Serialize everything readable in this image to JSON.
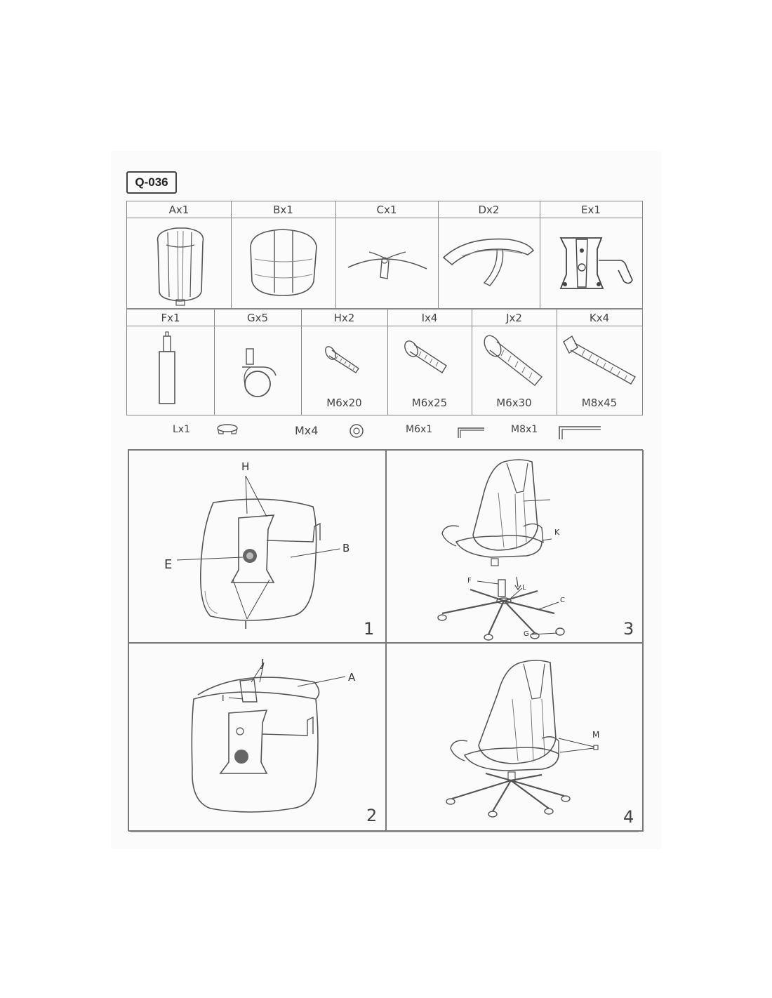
{
  "model_code": "Q-036",
  "parts_row_1": [
    {
      "label": "Ax1",
      "icon": "backrest-icon"
    },
    {
      "label": "Bx1",
      "icon": "seat-icon"
    },
    {
      "label": "Cx1",
      "icon": "five-star-base-icon"
    },
    {
      "label": "Dx2",
      "icon": "armrest-icon"
    },
    {
      "label": "Ex1",
      "icon": "tilt-mechanism-icon"
    }
  ],
  "parts_row_2": [
    {
      "label": "Fx1",
      "icon": "gas-lift-icon"
    },
    {
      "label": "Gx5",
      "icon": "caster-icon"
    },
    {
      "label": "Hx2",
      "icon": "screw-icon",
      "spec": "M6x20"
    },
    {
      "label": "Ix4",
      "icon": "screw-icon",
      "spec": "M6x25"
    },
    {
      "label": "Jx2",
      "icon": "screw-icon",
      "spec": "M6x30"
    },
    {
      "label": "Kx4",
      "icon": "bolt-icon",
      "spec": "M8x45"
    }
  ],
  "extras": [
    {
      "label": "Lx1",
      "icon": "base-cover-icon"
    },
    {
      "label": "Mx4",
      "icon": "cap-icon"
    },
    {
      "label": "M6x1",
      "icon": "allen-key-icon"
    },
    {
      "label": "M8x1",
      "icon": "allen-key-icon"
    }
  ],
  "steps": [
    {
      "number": "1",
      "callouts": {
        "h": "H",
        "e": "E",
        "b": "B",
        "i": "I"
      }
    },
    {
      "number": "2",
      "callouts": {
        "j": "J",
        "a": "A",
        "i": "I"
      }
    },
    {
      "number": "3",
      "callouts": {
        "k": "K",
        "f": "F",
        "l": "L",
        "c": "C",
        "g": "G"
      }
    },
    {
      "number": "4",
      "callouts": {
        "m": "M"
      }
    }
  ]
}
